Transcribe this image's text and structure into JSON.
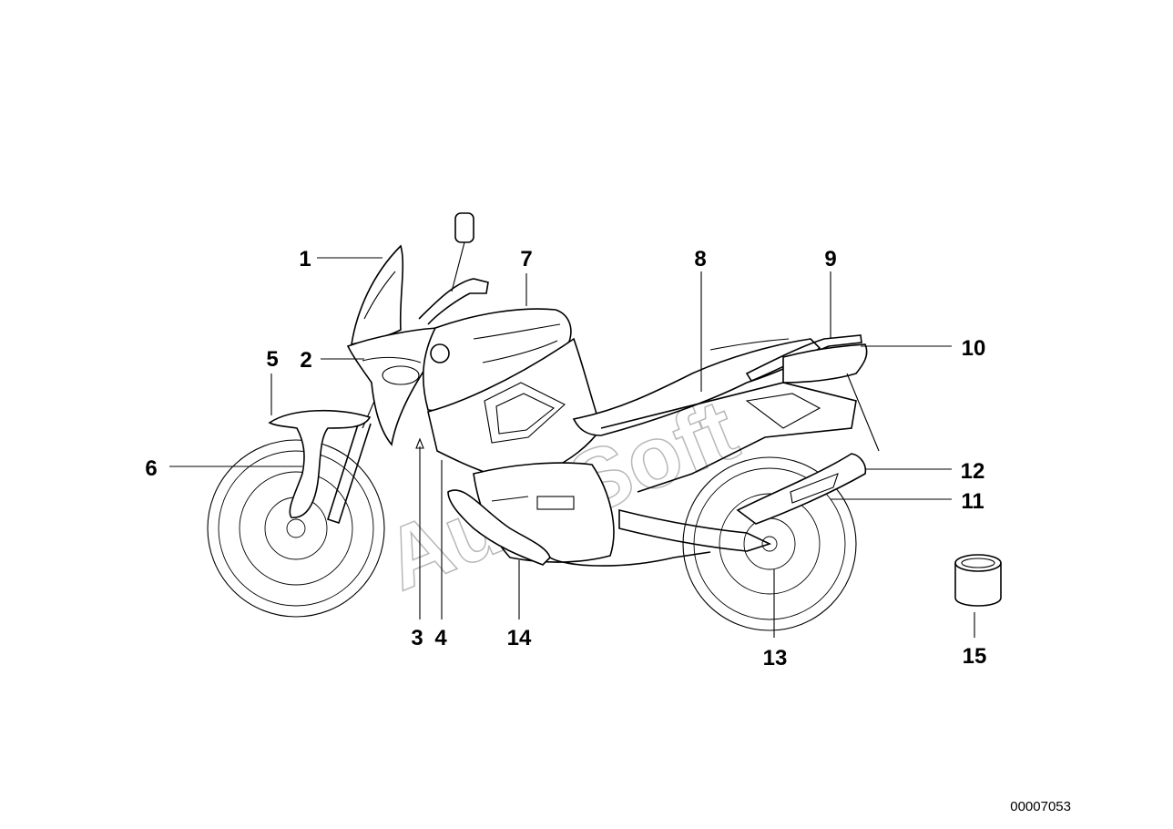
{
  "diagram": {
    "callouts": [
      "1",
      "2",
      "3",
      "4",
      "5",
      "6",
      "7",
      "8",
      "9",
      "10",
      "11",
      "12",
      "13",
      "14",
      "15"
    ],
    "document_number": "00007053",
    "watermark": "AutoSoft"
  }
}
